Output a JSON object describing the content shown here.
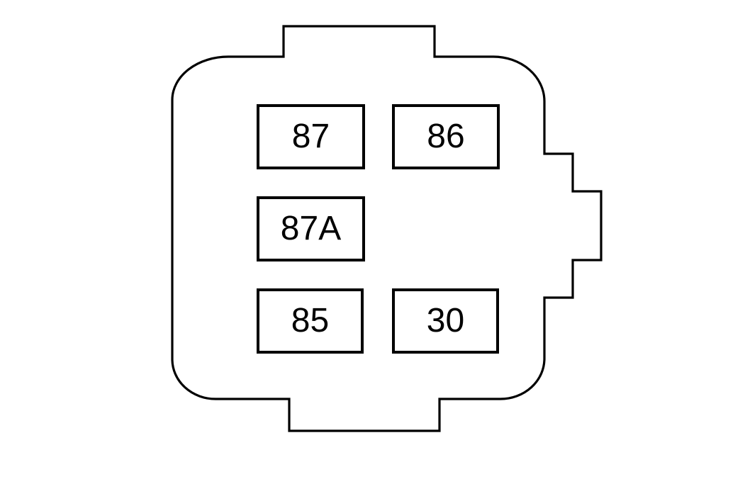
{
  "diagram": {
    "kind": "relay-connector-pinout",
    "terminals": [
      {
        "label": "87"
      },
      {
        "label": "86"
      },
      {
        "label": "87A"
      },
      {
        "label": "85"
      },
      {
        "label": "30"
      }
    ],
    "colors": {
      "line": "#000000",
      "background": "#ffffff"
    }
  }
}
